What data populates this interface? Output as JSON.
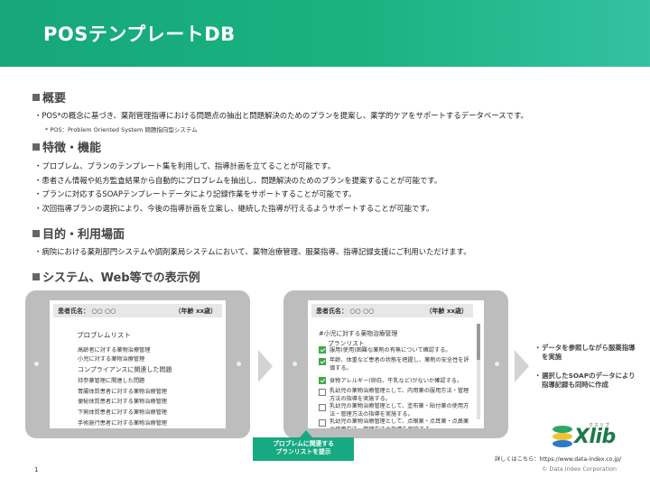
{
  "header": {
    "title": "POSテンプレートDB"
  },
  "sections": {
    "overview": {
      "heading": "概要",
      "bullets": [
        "・POS*の概念に基づき、薬剤管理指導における問題点の抽出と問題解決のためのプランを提案し、薬学的ケアをサポートするデータベースです。"
      ],
      "note": "* POS：Problem Oriented System 問題指向型システム"
    },
    "features": {
      "heading": "特徴・機能",
      "bullets": [
        "・プロブレム、プランのテンプレート集を利用して、指導計画を立てることが可能です。",
        "・患者さん情報や処方監査結果から自動的にプロブレムを抽出し、問題解決のためのプランを提案することが可能です。",
        "・プランに対応するSOAPテンプレートデータにより記録作業をサポートすることが可能です。",
        "・次回指導プランの選択により、今後の指導計画を立案し、継続した指導が行えるようサポートすることが可能です。"
      ]
    },
    "purpose": {
      "heading": "目的・利用場面",
      "bullets": [
        "・病院における薬剤部門システムや調剤薬局システムにおいて、薬物治療管理、服薬指導、指導記録支援にご利用いただけます。"
      ]
    },
    "display": {
      "heading": "システム、Web等での表示例"
    }
  },
  "tablet1": {
    "patient_label": "患者氏名：",
    "patient_value": "○○ ○○",
    "age_label": "（年齢 xx歳）",
    "list_title": "プロブレムリスト",
    "items": [
      "高齢者に対する薬物治療管理",
      "小児に対する薬物治療管理",
      "コンプライアンスに関連した問題",
      "持参薬管理に関連した問題",
      "胃腸体質患者に対する薬物治療管理",
      "便秘体質患者に対する薬物治療管理",
      "下痢体質患者に対する薬物治療管理",
      "手術施行患者に対する薬物治療管理"
    ]
  },
  "tablet2": {
    "patient_label": "患者氏名：",
    "patient_value": "○○ ○○",
    "age_label": "（年齢 xx歳）",
    "problem_title": "#小児に対する薬物治療管理",
    "plan_title": "プランリスト",
    "plans": [
      {
        "text": "服用(使用)困難な薬剤の有無について確認する。",
        "checked": true
      },
      {
        "text": "年齢、体重など患者の状態を把握し、薬剤の安全性を評価する。",
        "checked": true
      },
      {
        "text": "食物アレルギー(卵白、牛乳など)がないか確認する。",
        "checked": true
      },
      {
        "text": "乳幼児の薬物治療管理として、内用薬の服用方法・管理方法の指導を実施する。",
        "checked": false
      },
      {
        "text": "乳幼児の薬物治療管理として、塗布薬・貼付薬の使用方法・管理方法の指導を実施する。",
        "checked": false
      },
      {
        "text": "乳幼児の薬物治療管理として、点眼薬・点耳薬・点鼻薬の使用方法・管理方法の指導を実施する。",
        "checked": false
      }
    ]
  },
  "callout": {
    "line1": "プロブレムに関連する",
    "line2": "プランリストを提示"
  },
  "side_notes": [
    "データを参照しながら服薬指導を実施",
    "選択したSOAPのデータにより指導記録も同時に作成"
  ],
  "logo": {
    "text": "Xlib",
    "kana": "クスリブ"
  },
  "footer": {
    "url": "詳しくはこちら：https://www.data-index.co.jp/",
    "copyright": "© Data Index Corporation",
    "page": "1"
  },
  "colors": {
    "header": "#16a77a",
    "accent": "#17a982",
    "check": "#3ea84a"
  }
}
